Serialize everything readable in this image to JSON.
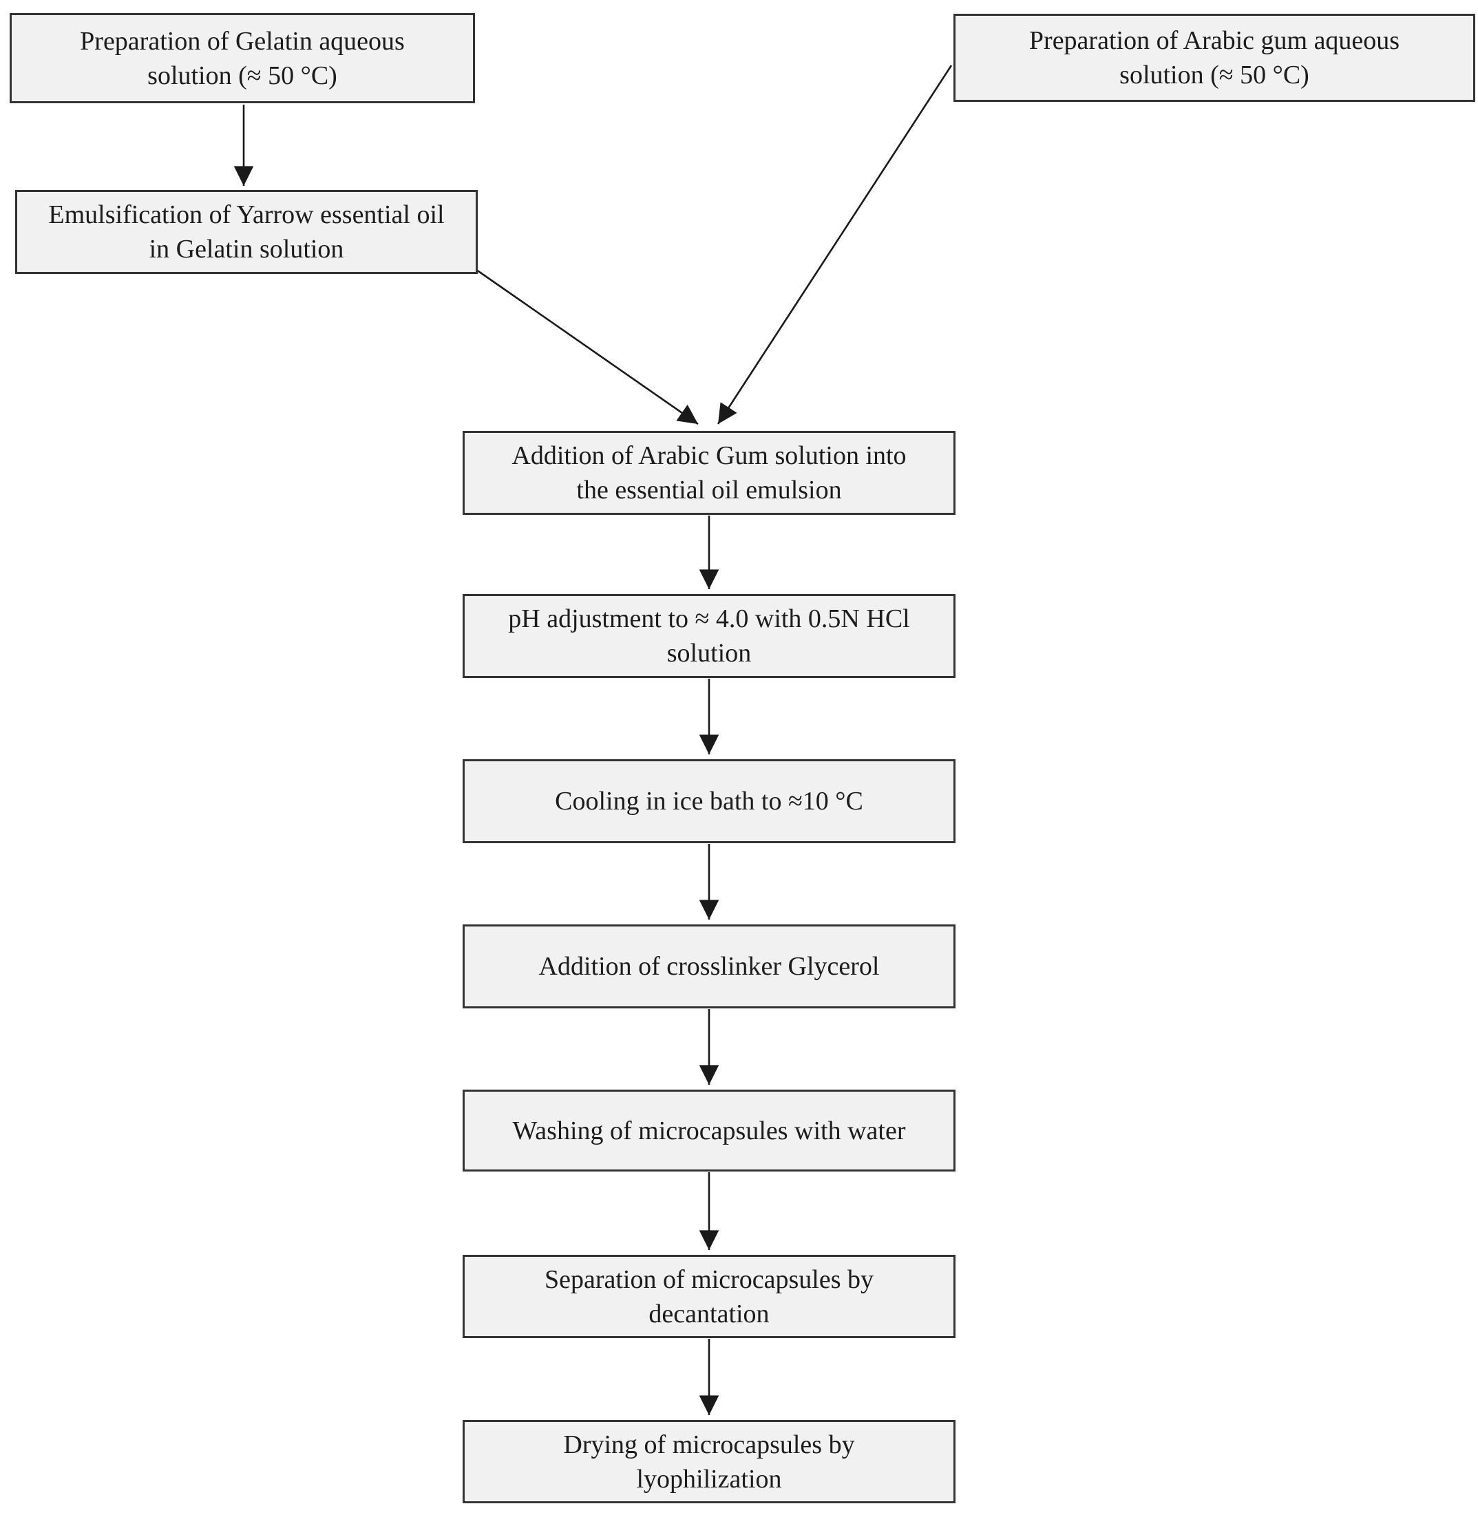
{
  "diagram": {
    "type": "flowchart",
    "colors": {
      "background": "#ffffff",
      "box_fill": "#f1f1f1",
      "box_border": "#333333",
      "text_color": "#1c1c1c",
      "arrow_color": "#1a1a1a"
    },
    "nodes": [
      {
        "id": "gelatin_prep",
        "label": "Preparation of Gelatin aqueous solution (≈ 50 °C)"
      },
      {
        "id": "arabic_gum_prep",
        "label": "Preparation of Arabic gum aqueous solution (≈ 50 °C)"
      },
      {
        "id": "emulsification",
        "label": "Emulsification of Yarrow essential oil in Gelatin solution"
      },
      {
        "id": "arabic_gum_addition",
        "label": "Addition of Arabic Gum solution into the essential oil emulsion"
      },
      {
        "id": "ph_adjustment",
        "label": "pH adjustment to ≈ 4.0 with 0.5N HCl solution"
      },
      {
        "id": "cooling",
        "label": "Cooling in ice bath to ≈10 °C"
      },
      {
        "id": "crosslinker_addition",
        "label": "Addition of crosslinker Glycerol"
      },
      {
        "id": "washing",
        "label": "Washing of microcapsules with water"
      },
      {
        "id": "separation",
        "label": "Separation of microcapsules by decantation"
      },
      {
        "id": "drying",
        "label": "Drying of microcapsules by lyophilization"
      }
    ],
    "edges": [
      {
        "from": "gelatin_prep",
        "to": "emulsification"
      },
      {
        "from": "emulsification",
        "to": "arabic_gum_addition"
      },
      {
        "from": "arabic_gum_prep",
        "to": "arabic_gum_addition"
      },
      {
        "from": "arabic_gum_addition",
        "to": "ph_adjustment"
      },
      {
        "from": "ph_adjustment",
        "to": "cooling"
      },
      {
        "from": "cooling",
        "to": "crosslinker_addition"
      },
      {
        "from": "crosslinker_addition",
        "to": "washing"
      },
      {
        "from": "washing",
        "to": "separation"
      },
      {
        "from": "separation",
        "to": "drying"
      }
    ]
  }
}
